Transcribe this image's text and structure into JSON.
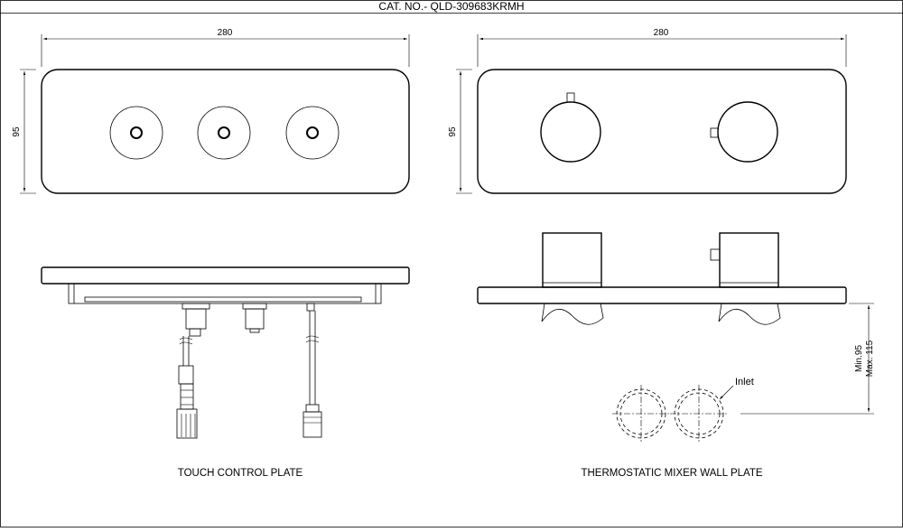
{
  "title": "CAT. NO.- QLD-309683KRMH",
  "touch_plate": {
    "width_dim": "280",
    "height_dim": "95",
    "caption": "TOUCH CONTROL PLATE"
  },
  "mixer_plate": {
    "width_dim": "280",
    "height_dim": "95",
    "caption": "THERMOSTATIC MIXER WALL PLATE",
    "depth_min": "Min.95",
    "depth_max": "Max. 115",
    "inlet_label": "Inlet"
  }
}
